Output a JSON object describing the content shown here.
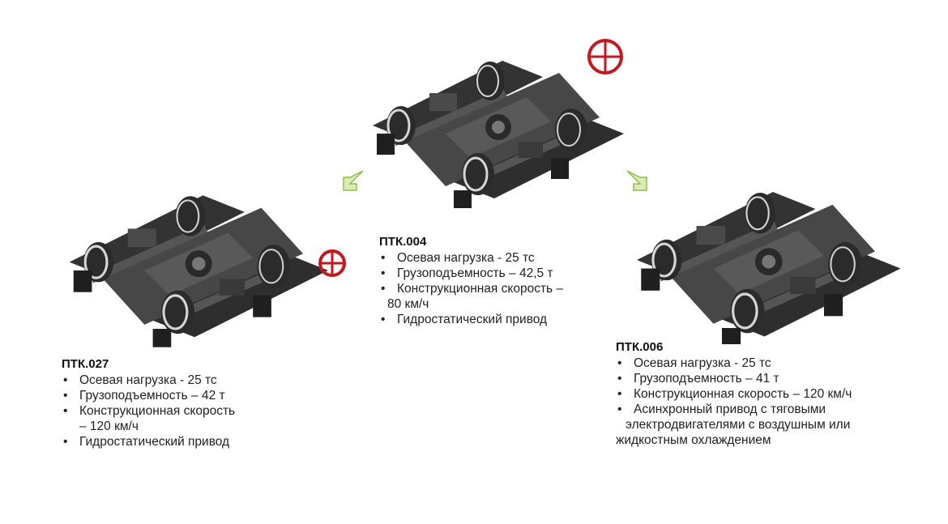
{
  "colors": {
    "body": "#3c3c3c",
    "body_dark": "#262626",
    "body_light": "#6a6a6a",
    "wheel_rim": "#d6d6d6",
    "handwheel": "#c8161d",
    "arrow_fill": "#d9ecb3",
    "arrow_stroke": "#8fbf4a"
  },
  "icons": {
    "left_arrow": "arrow-down-left-icon",
    "right_arrow": "arrow-down-right-icon"
  },
  "bogies": [
    {
      "id": "ptk004",
      "title": "ПТК.004",
      "specs": [
        "Осевая нагрузка - 25 тс",
        "Грузоподъемность – 42,5 т",
        "Конструкционная скорость –",
        "Гидростатический привод"
      ],
      "spec_continuation": "80 км/ч"
    },
    {
      "id": "ptk027",
      "title": "ПТК.027",
      "specs": [
        "Осевая нагрузка - 25 тс",
        "Грузоподъемность – 42 т",
        "Конструкционная скорость",
        "Гидростатический привод"
      ],
      "spec_continuation": "– 120 км/ч"
    },
    {
      "id": "ptk006",
      "title": "ПТК.006",
      "specs": [
        "Осевая нагрузка - 25 тс",
        "Грузоподъемность – 41 т",
        "Конструкционная скорость – 120 км/ч",
        "Асинхронный привод с  тяговыми"
      ],
      "spec_continuation_1": "электродвигателями с воздушным или",
      "spec_continuation_2": "жидкостным охлаждением"
    }
  ]
}
